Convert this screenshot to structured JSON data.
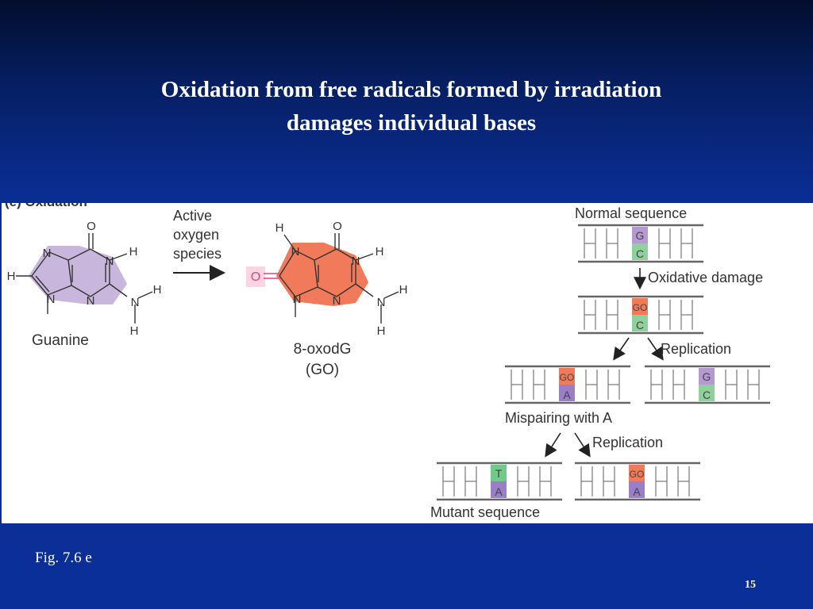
{
  "slide": {
    "title_line1": "Oxidation from free radicals formed by irradiation",
    "title_line2": "damages individual bases",
    "caption": "Fig. 7.6 e",
    "page_number": "15"
  },
  "figure": {
    "panel_label": "(e) Oxidation",
    "arrow_label": [
      "Active",
      "oxygen",
      "species"
    ],
    "guanine_name": "Guanine",
    "oxo_name_line1": "8-oxodG",
    "oxo_name_line2": "(GO)",
    "atoms": {
      "O": "O",
      "N": "N",
      "H": "H"
    },
    "normal_sequence": "Normal sequence",
    "oxidative_damage": "Oxidative damage",
    "replication": "Replication",
    "mispairing": "Mispairing with A",
    "mutant_sequence": "Mutant sequence",
    "bases": {
      "G": "G",
      "C": "C",
      "GO": "GO",
      "A": "A",
      "T": "T"
    },
    "colors": {
      "guanine_fill": "#c9b6dc",
      "oxo_fill": "#f07a5a",
      "oxygen_added": "#e0447c",
      "base_G": "#b49ad0",
      "base_C": "#8fd19a",
      "base_GO": "#f07a5a",
      "base_A": "#9a7ec8",
      "base_T": "#72c98a"
    }
  }
}
